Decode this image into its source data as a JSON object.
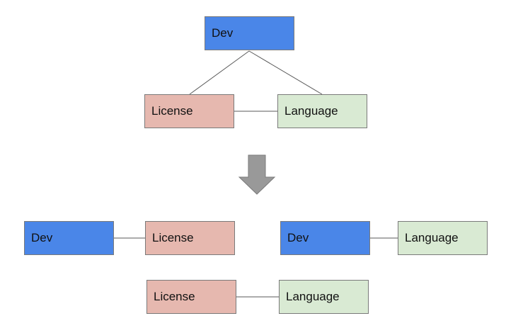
{
  "colors": {
    "dev": "#4a86e8",
    "license": "#e6b8af",
    "language": "#d9ead3",
    "arrow": "#999999",
    "connector": "#595959"
  },
  "top_group": {
    "dev_label": "Dev",
    "license_label": "License",
    "language_label": "Language"
  },
  "arrow_icon": "down-arrow-icon",
  "result_groups": {
    "dev_license": {
      "dev_label": "Dev",
      "license_label": "License"
    },
    "dev_language": {
      "dev_label": "Dev",
      "language_label": "Language"
    },
    "license_language": {
      "license_label": "License",
      "language_label": "Language"
    }
  }
}
